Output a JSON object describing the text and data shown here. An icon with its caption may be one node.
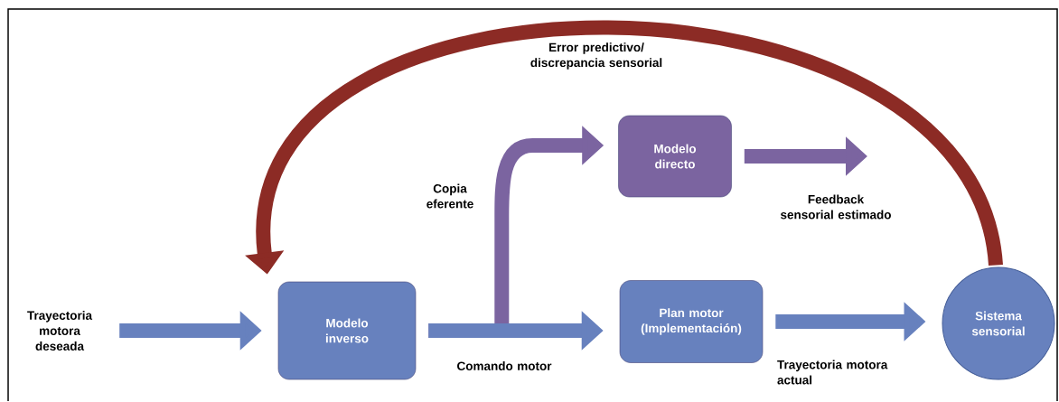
{
  "diagram": {
    "nodes": [
      {
        "text": [
          "Trayectoria motora deseada"
        ]
      },
      {
        "text": [
          "Modelo inverso"
        ]
      },
      {
        "text": [
          "Modelo directo"
        ]
      },
      {
        "text": [
          "Plan motor (Implementación)"
        ]
      },
      {
        "text": [
          "Sistema sensorial"
        ]
      }
    ],
    "edges": [
      {
        "from": 0,
        "to": 1,
        "arrow": "to"
      },
      {
        "from": 1,
        "to": 3,
        "arrow": "to",
        "label": "Comando motor"
      },
      {
        "from": 1,
        "to": 2,
        "arrow": "to",
        "label": "Copia eferente",
        "color": "#7b64a0"
      },
      {
        "from": 2,
        "to": null,
        "arrow": "to",
        "label": "Feedback sensorial estimado",
        "color": "#7b64a0"
      },
      {
        "from": 3,
        "to": 4,
        "arrow": "to",
        "label": "Trayectoria motora actual"
      },
      {
        "from": 4,
        "to": 1,
        "arrow": "to",
        "label": "Error predictivo/ discrepancia sensorial",
        "color": "#8c2b25"
      }
    ]
  }
}
